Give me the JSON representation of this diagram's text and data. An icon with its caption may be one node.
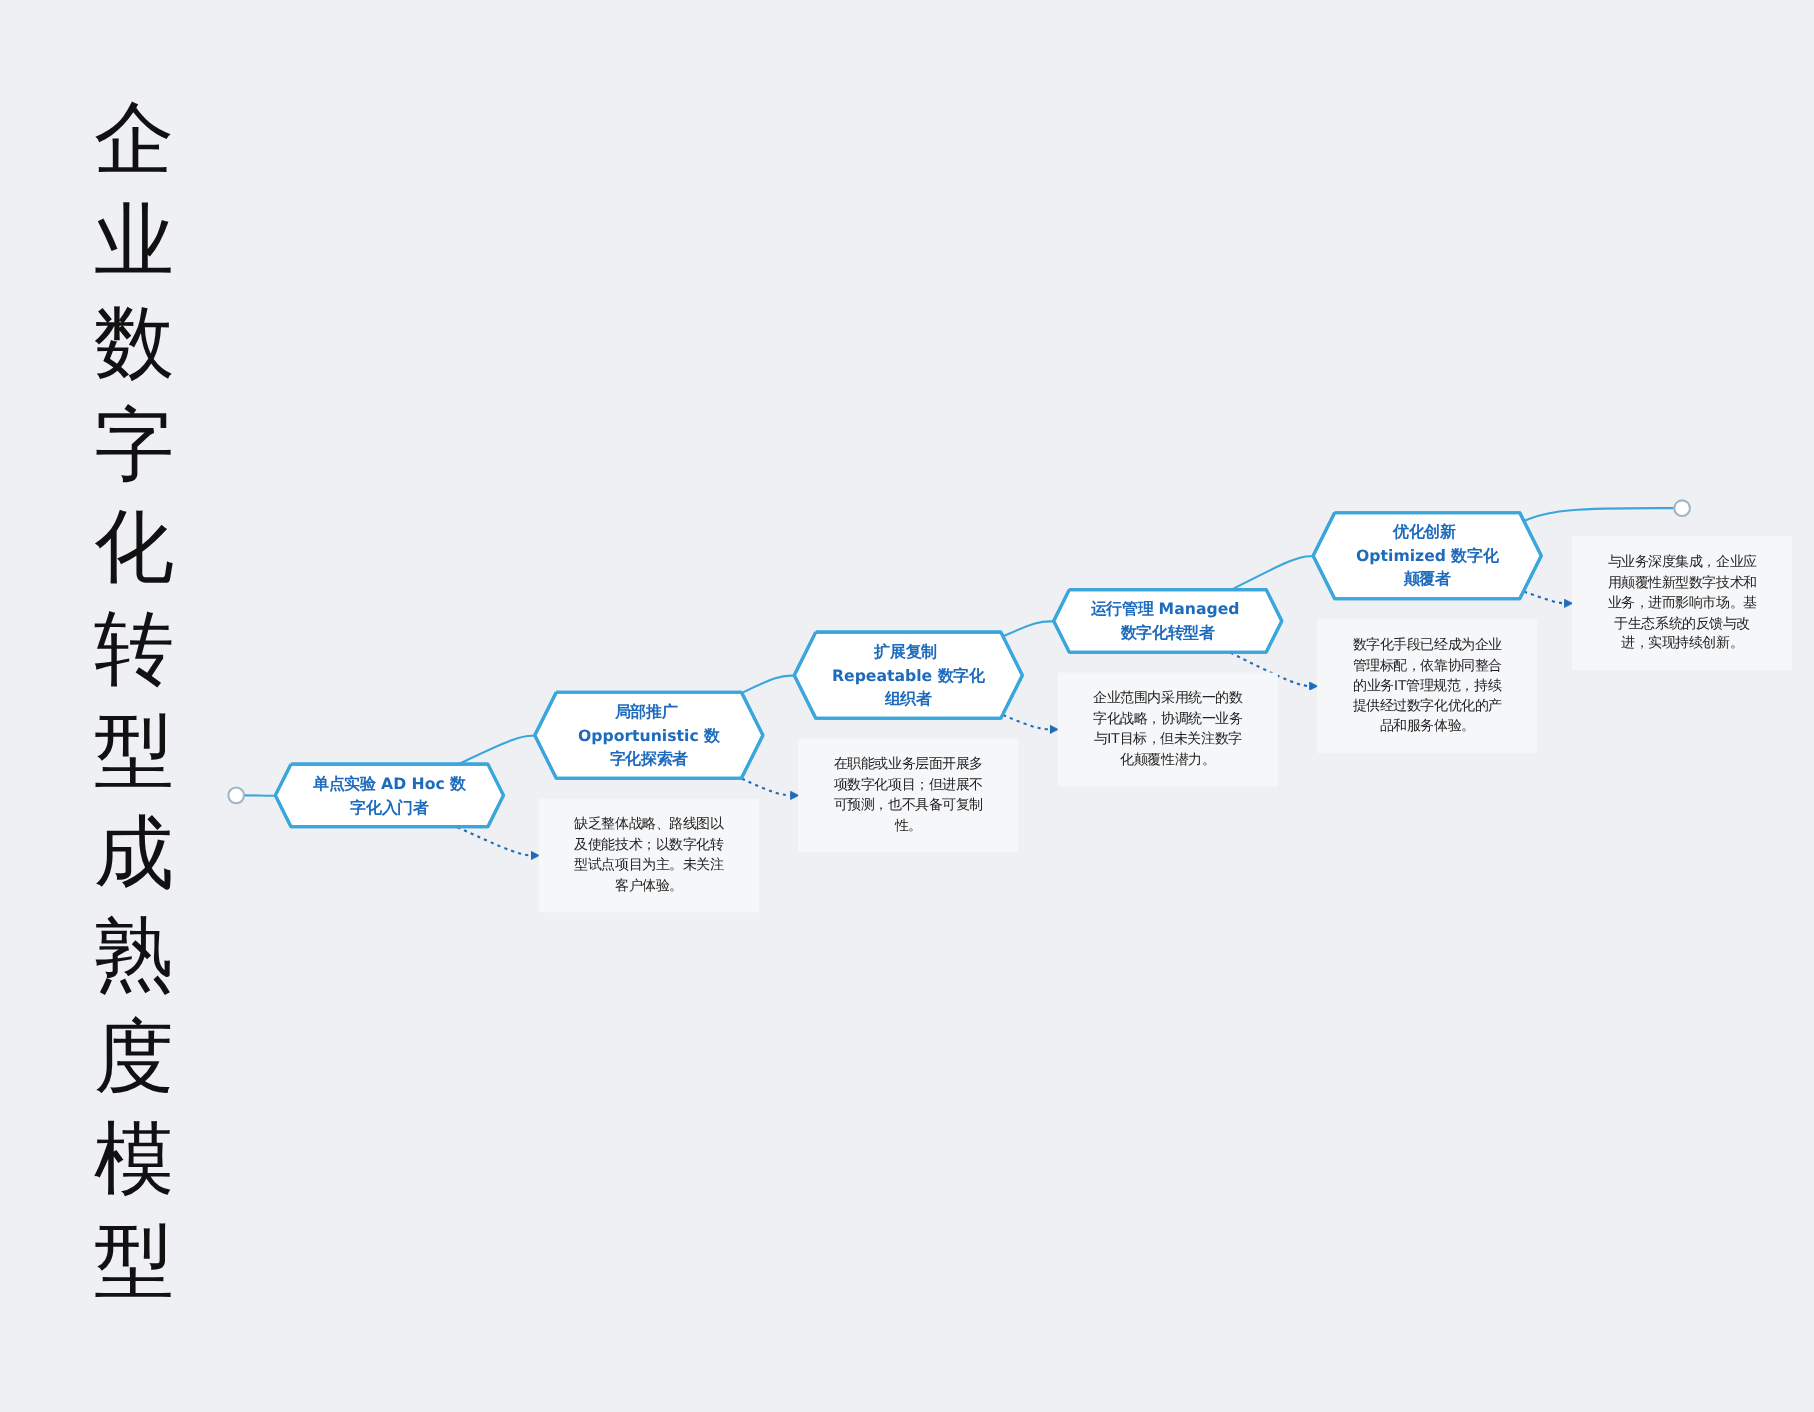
{
  "diagram": {
    "title": "企业数字化转型成熟度模型",
    "nodes": [
      {
        "text": [],
        "shape": "circle"
      },
      {
        "text": [
          "单点实验 AD Hoc 数字化入门者"
        ]
      },
      {
        "text": [
          "局部推广 Opportunistic 数字化探索者"
        ]
      },
      {
        "text": [
          "扩展复制 Repeatable 数字化组织者"
        ]
      },
      {
        "text": [
          "运行管理 Managed 数字化转型者"
        ]
      },
      {
        "text": [
          "优化创新 Optimized 数字化颠覆者"
        ]
      },
      {
        "text": [],
        "shape": "circle"
      },
      {
        "text": [
          "缺乏整体战略、路线图以及使能技术；以数字化转型试点项目为主。未关注客户体验。"
        ]
      },
      {
        "text": [
          "在职能或业务层面开展多项数字化项目；但进展不可预测，也不具备可复制性。"
        ]
      },
      {
        "text": [
          "企业范围内采用统一的数字化战略，协调统一业务与IT目标，但未关注数字化颠覆性潜力。"
        ]
      },
      {
        "text": [
          "数字化手段已经成为企业管理标配，依靠协同整合的业务IT管理规范，持续提供经过数字化优化的产品和服务体验。"
        ]
      },
      {
        "text": [
          "与业务深度集成，企业应用颠覆性新型数字技术和业务，进而影响市场。基于生态系统的反馈与改进，实现持续创新。"
        ]
      }
    ],
    "edges": [
      {
        "from": 0,
        "to": 1,
        "arrow": "none"
      },
      {
        "from": 1,
        "to": 2,
        "arrow": "none"
      },
      {
        "from": 2,
        "to": 3,
        "arrow": "none"
      },
      {
        "from": 3,
        "to": 4,
        "arrow": "none"
      },
      {
        "from": 4,
        "to": 5,
        "arrow": "none"
      },
      {
        "from": 5,
        "to": 6,
        "arrow": "none"
      },
      {
        "from": 1,
        "to": 7,
        "arrow": "to",
        "style": "dashed",
        "color": "#1e6bbd"
      },
      {
        "from": 2,
        "to": 8,
        "arrow": "to",
        "style": "dashed",
        "color": "#1e6bbd"
      },
      {
        "from": 3,
        "to": 9,
        "arrow": "to",
        "style": "dashed",
        "color": "#1e6bbd"
      },
      {
        "from": 4,
        "to": 10,
        "arrow": "to",
        "style": "dashed",
        "color": "#1e6bbd"
      },
      {
        "from": 5,
        "to": 11,
        "arrow": "to",
        "style": "dashed",
        "color": "#1e6bbd"
      }
    ]
  }
}
